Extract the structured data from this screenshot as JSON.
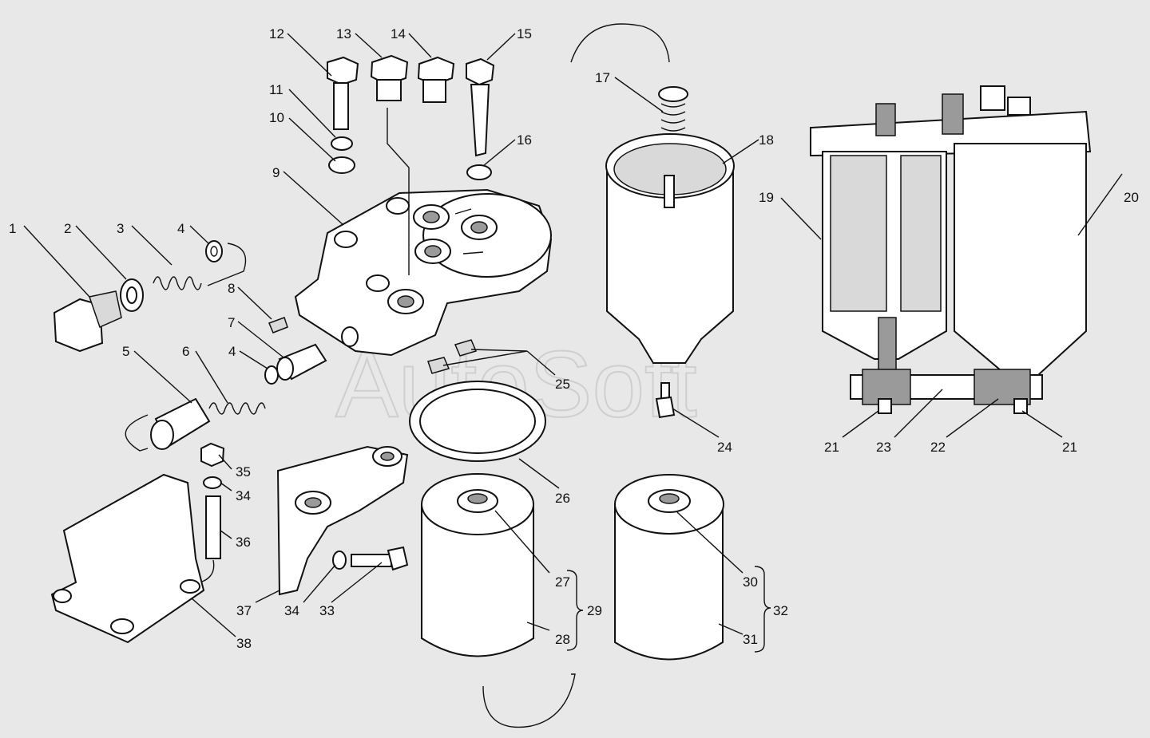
{
  "watermark": "AutoSoft",
  "callouts": [
    {
      "id": "c1",
      "text": "1"
    },
    {
      "id": "c2",
      "text": "2"
    },
    {
      "id": "c3",
      "text": "3"
    },
    {
      "id": "c4a",
      "text": "4"
    },
    {
      "id": "c4b",
      "text": "4"
    },
    {
      "id": "c5",
      "text": "5"
    },
    {
      "id": "c6",
      "text": "6"
    },
    {
      "id": "c7",
      "text": "7"
    },
    {
      "id": "c8",
      "text": "8"
    },
    {
      "id": "c9",
      "text": "9"
    },
    {
      "id": "c10",
      "text": "10"
    },
    {
      "id": "c11",
      "text": "11"
    },
    {
      "id": "c12",
      "text": "12"
    },
    {
      "id": "c13",
      "text": "13"
    },
    {
      "id": "c14",
      "text": "14"
    },
    {
      "id": "c15",
      "text": "15"
    },
    {
      "id": "c16",
      "text": "16"
    },
    {
      "id": "c17",
      "text": "17"
    },
    {
      "id": "c18",
      "text": "18"
    },
    {
      "id": "c19",
      "text": "19"
    },
    {
      "id": "c20",
      "text": "20"
    },
    {
      "id": "c21a",
      "text": "21"
    },
    {
      "id": "c21b",
      "text": "21"
    },
    {
      "id": "c22",
      "text": "22"
    },
    {
      "id": "c23",
      "text": "23"
    },
    {
      "id": "c24",
      "text": "24"
    },
    {
      "id": "c25",
      "text": "25"
    },
    {
      "id": "c26",
      "text": "26"
    },
    {
      "id": "c27",
      "text": "27"
    },
    {
      "id": "c28",
      "text": "28"
    },
    {
      "id": "c29",
      "text": "29"
    },
    {
      "id": "c30",
      "text": "30"
    },
    {
      "id": "c31",
      "text": "31"
    },
    {
      "id": "c32",
      "text": "32"
    },
    {
      "id": "c33",
      "text": "33"
    },
    {
      "id": "c34a",
      "text": "34"
    },
    {
      "id": "c34b",
      "text": "34"
    },
    {
      "id": "c35",
      "text": "35"
    },
    {
      "id": "c36",
      "text": "36"
    },
    {
      "id": "c37",
      "text": "37"
    },
    {
      "id": "c38",
      "text": "38"
    }
  ]
}
